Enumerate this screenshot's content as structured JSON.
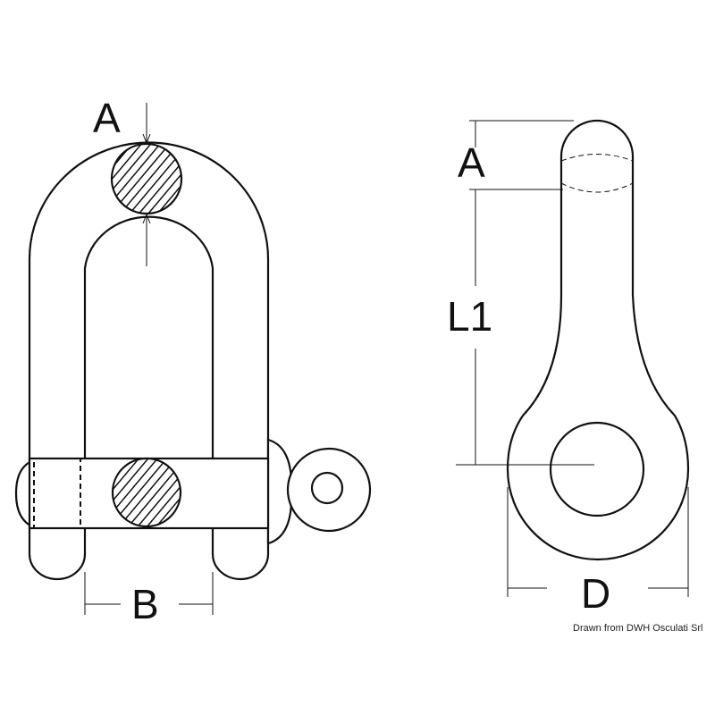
{
  "title": "D-shackle dimension drawing",
  "labels": {
    "front_a": "A",
    "front_b": "B",
    "side_a": "A",
    "side_l1": "L1",
    "side_d": "D"
  },
  "credit": "Drawn from DWH Osculati Srl"
}
